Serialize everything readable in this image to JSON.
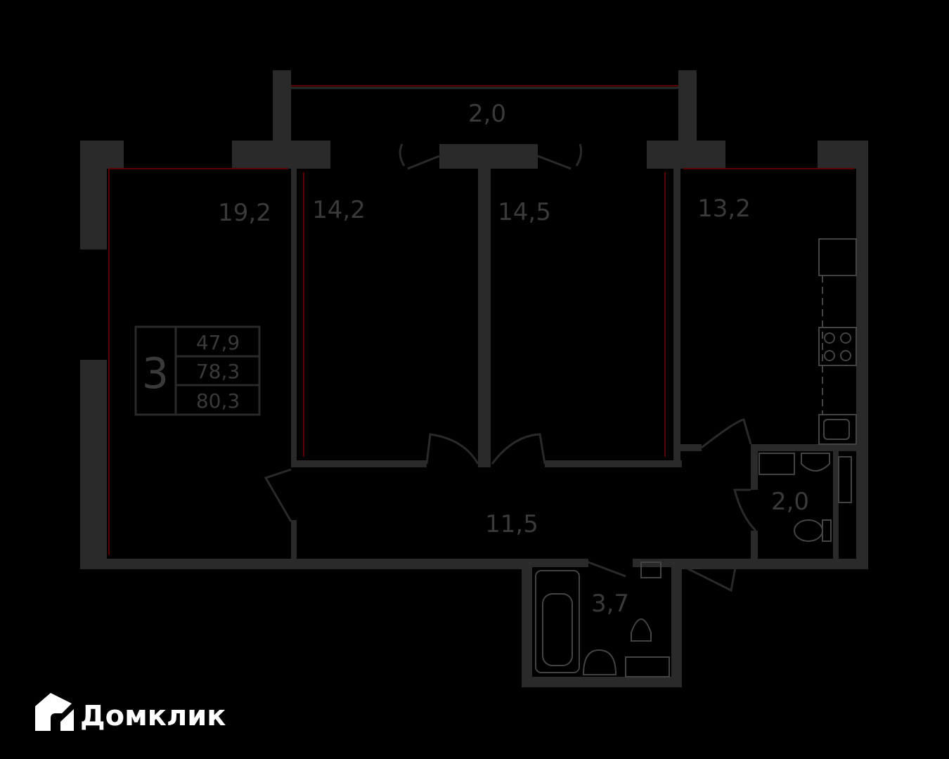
{
  "plan": {
    "rooms": [
      {
        "id": "balcony",
        "area": "2,0"
      },
      {
        "id": "room-left",
        "area": "19,2"
      },
      {
        "id": "room-middle-left",
        "area": "14,2"
      },
      {
        "id": "room-middle-right",
        "area": "14,5"
      },
      {
        "id": "kitchen",
        "area": "13,2"
      },
      {
        "id": "hallway",
        "area": "11,5"
      },
      {
        "id": "toilet",
        "area": "2,0"
      },
      {
        "id": "bathroom",
        "area": "3,7"
      }
    ],
    "summary": {
      "rooms_count": "3",
      "living_area": "47,9",
      "total_area": "78,3",
      "total_area_with_balcony": "80,3"
    }
  },
  "brand": {
    "name": "Домклик",
    "logo_icon": "house-logo-icon",
    "color": "#ffffff"
  },
  "colors": {
    "background": "#000000",
    "walls": "#2a2a2a",
    "accent_lines": "#5a0000"
  }
}
